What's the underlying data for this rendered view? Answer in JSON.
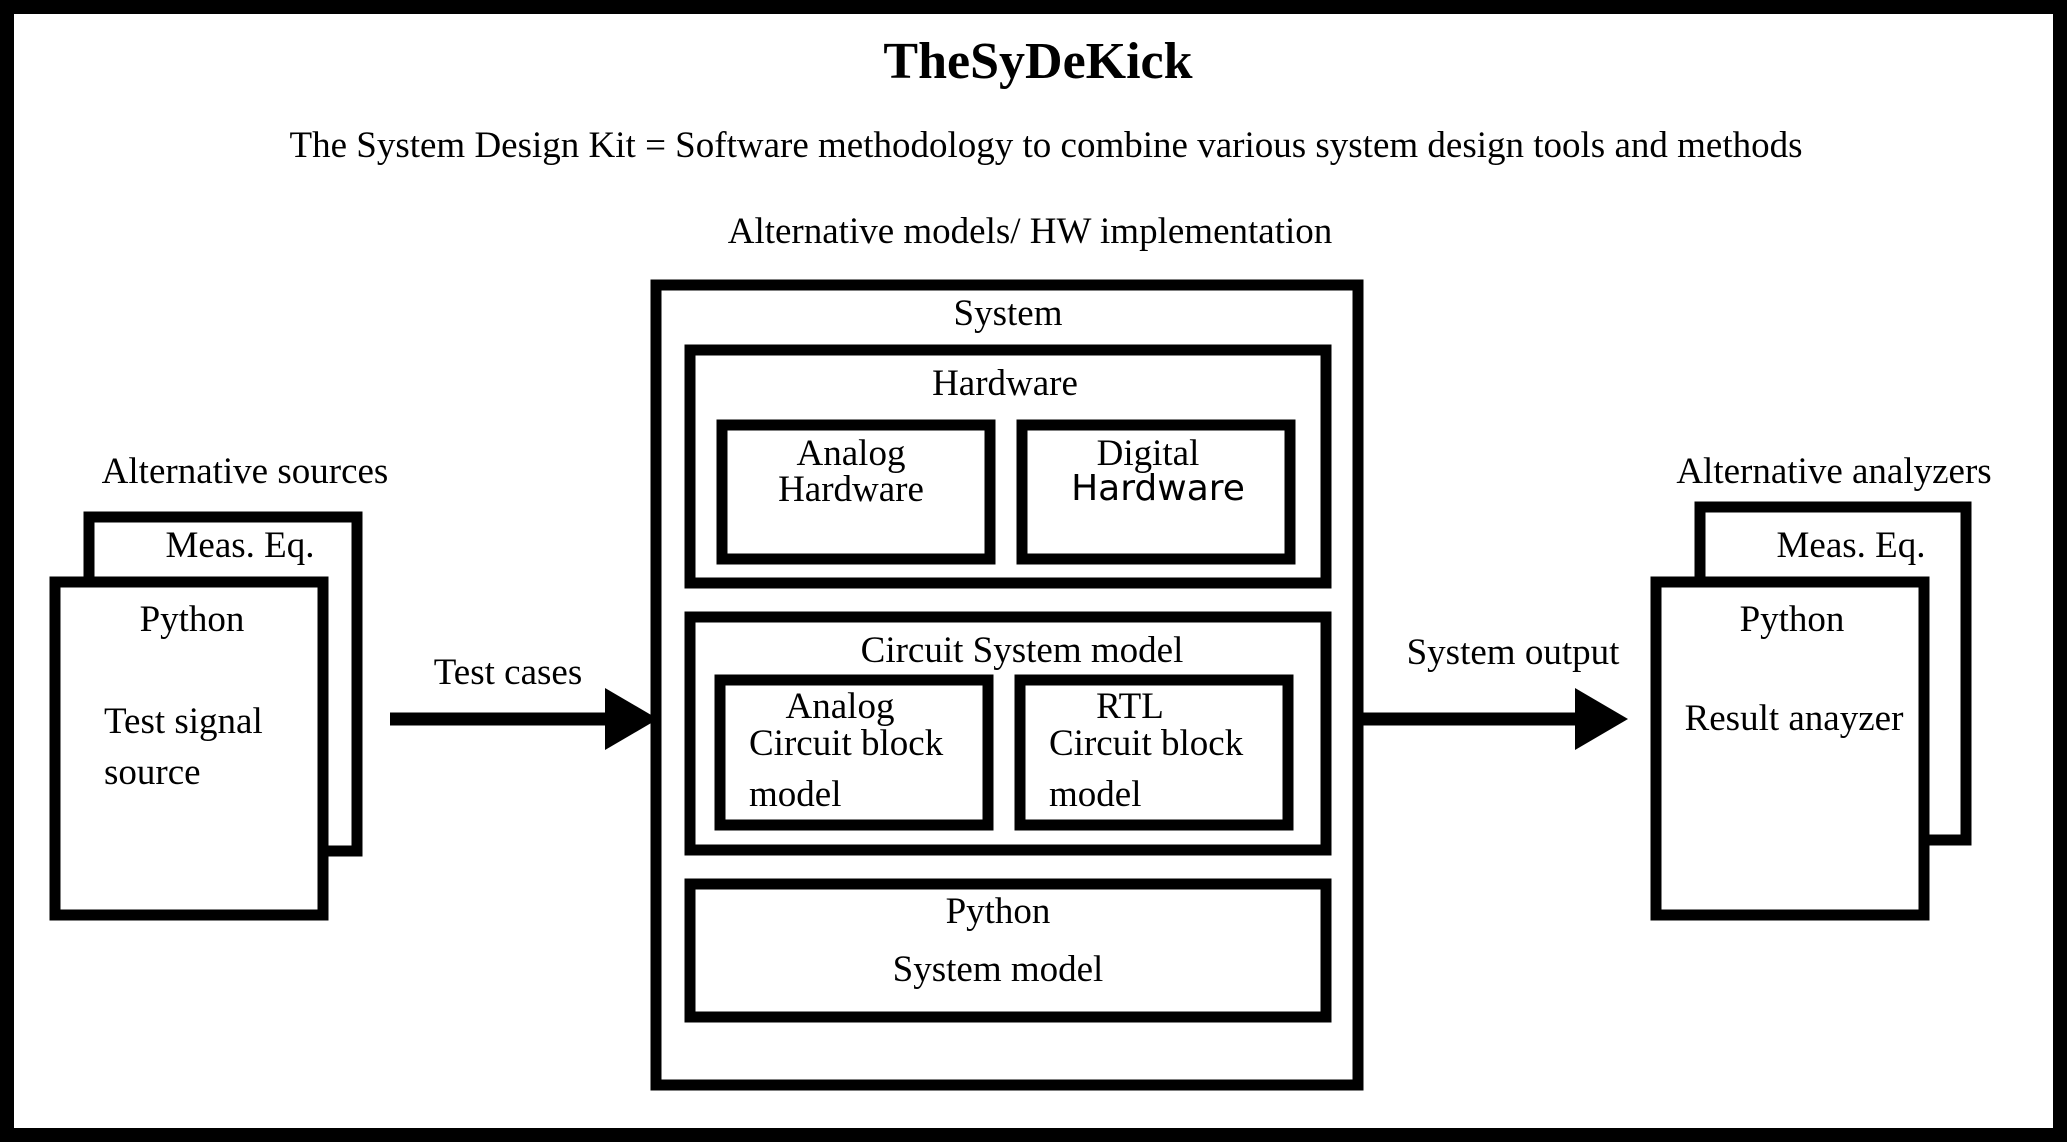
{
  "diagram": {
    "title": "TheSyDeKick",
    "subtitle": "The System Design Kit = Software methodology to combine various system design tools and methods",
    "center_caption": "Alternative models/ HW implementation",
    "sources": {
      "caption": "Alternative sources",
      "back_card": "Meas. Eq.",
      "front_title": "Python",
      "front_line1": "Test signal",
      "front_line2": "source"
    },
    "arrow_in": "Test cases",
    "arrow_out": "System output",
    "system": {
      "title": "System",
      "hardware": {
        "title": "Hardware",
        "analog_line1": "Analog",
        "analog_line2": "Hardware",
        "digital_line1": "Digital",
        "digital_line2": "Hardware"
      },
      "circuit": {
        "title": "Circuit System model",
        "analog_line1": "Analog",
        "analog_line2": "Circuit block",
        "analog_line3": "model",
        "rtl_line1": "RTL",
        "rtl_line2": "Circuit block",
        "rtl_line3": "model"
      },
      "python": {
        "title": "Python",
        "subtitle": "System model"
      }
    },
    "analyzers": {
      "caption": "Alternative analyzers",
      "back_card": "Meas. Eq.",
      "front_title": "Python",
      "front_line1": "Result anayzer"
    }
  }
}
